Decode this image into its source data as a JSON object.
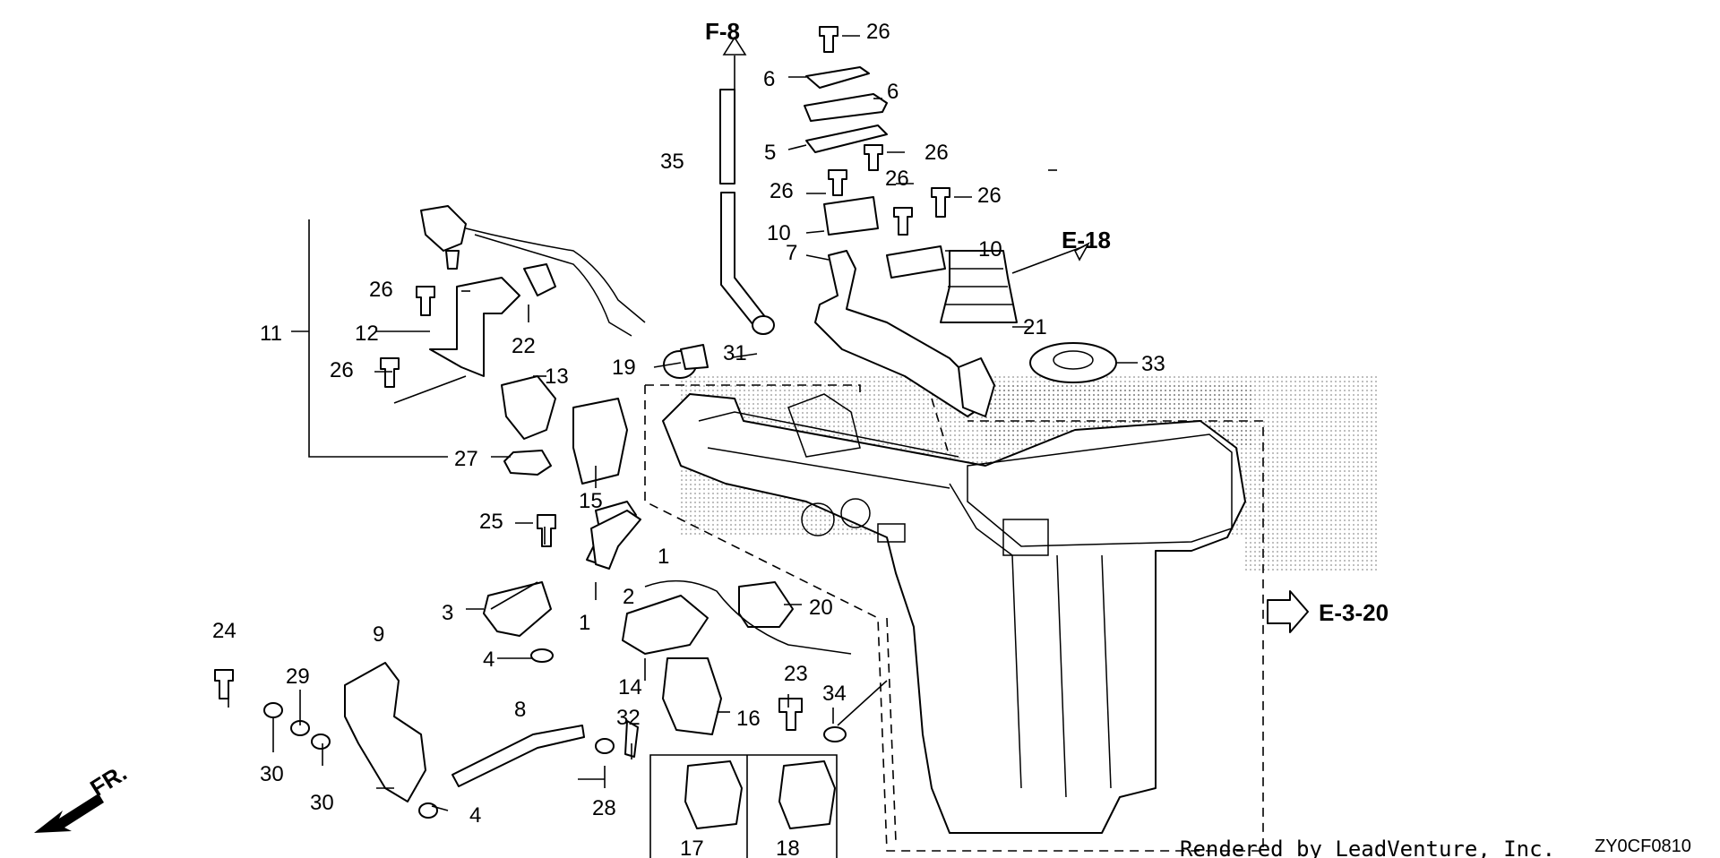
{
  "diagram": {
    "references": {
      "f8": "F-8",
      "e18": "E-18",
      "e320": "E-3-20",
      "front": "FR."
    },
    "callouts": {
      "c1a": "1",
      "c1b": "1",
      "c2": "2",
      "c3": "3",
      "c4a": "4",
      "c4b": "4",
      "c5": "5",
      "c6a": "6",
      "c6b": "6",
      "c7": "7",
      "c8": "8",
      "c9": "9",
      "c10a": "10",
      "c10b": "10",
      "c11": "11",
      "c12": "12",
      "c13": "13",
      "c14": "14",
      "c15": "15",
      "c16": "16",
      "c17": "17",
      "c18": "18",
      "c19": "19",
      "c20": "20",
      "c21": "21",
      "c22": "22",
      "c23": "23",
      "c24": "24",
      "c25": "25",
      "c26a": "26",
      "c26b": "26",
      "c26c": "26",
      "c26d": "26",
      "c26e": "26",
      "c26f": "26",
      "c26g": "26",
      "c27": "27",
      "c28": "28",
      "c29": "29",
      "c30a": "30",
      "c30b": "30",
      "c31": "31",
      "c32": "32",
      "c33": "33",
      "c34": "34",
      "c35": "35"
    },
    "footer": {
      "credit": "Rendered by LeadVenture, Inc.",
      "code": "ZY0CF0810"
    }
  }
}
